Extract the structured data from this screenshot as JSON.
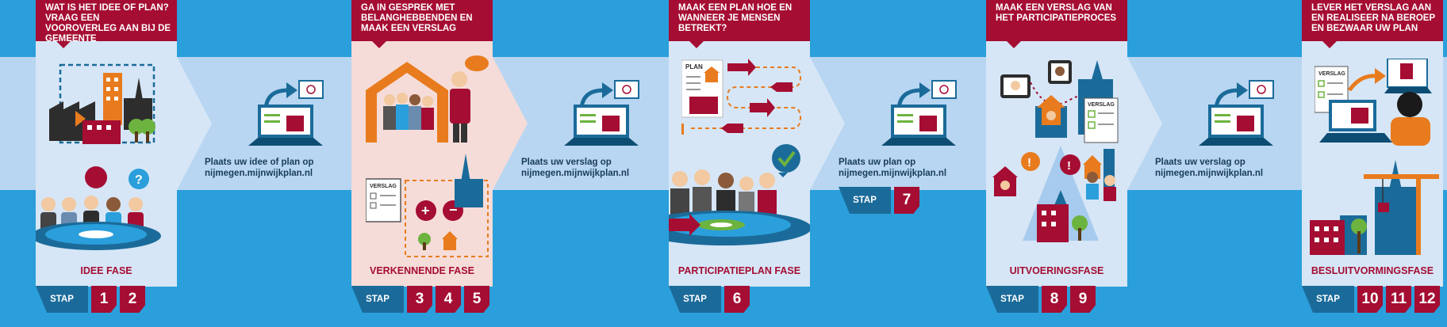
{
  "steps": [
    {
      "heading": "WAT IS HET IDEE OF PLAN? VRAAG EEN VOOROVERLEG AAN BIJ DE GEMEENTE",
      "phase": "IDEE FASE",
      "numbers": [
        "1",
        "2"
      ]
    },
    {
      "heading": "GA IN GESPREK MET BELANGHEBBENDEN EN MAAK EEN VERSLAG",
      "phase": "VERKENNENDE FASE",
      "numbers": [
        "3",
        "4",
        "5"
      ]
    },
    {
      "heading": "MAAK EEN PLAN HOE EN WANNEER JE MENSEN BETREKT?",
      "phase": "PARTICIPATIEPLAN FASE",
      "numbers": [
        "6"
      ]
    },
    {
      "heading": "MAAK EEN VERSLAG VAN HET PARTICIPATIEPROCES",
      "phase": "UITVOERINGSFASE",
      "numbers": [
        "8",
        "9"
      ]
    },
    {
      "heading": "LEVER HET VERSLAG AAN EN REALISEER NA BEROEP EN BEZWAAR UW PLAN",
      "phase": "BESLUITVORMINGSFASE",
      "numbers": [
        "10",
        "11",
        "12"
      ]
    }
  ],
  "connectors": [
    {
      "line1": "Plaats uw idee of plan op",
      "line2": "nijmegen.mijnwijkplan.nl"
    },
    {
      "line1": "Plaats uw verslag op",
      "line2": "nijmegen.mijnwijkplan.nl"
    },
    {
      "line1": "Plaats uw plan op",
      "line2": "nijmegen.mijnwijkplan.nl",
      "number": "7"
    },
    {
      "line1": "Plaats uw verslag op",
      "line2": "nijmegen.mijnwijkplan.nl"
    }
  ],
  "stap_label": "STAP",
  "illustration_text": {
    "verslag": "VERSLAG",
    "plan": "PLAN"
  },
  "colors": {
    "background": "#2a9fdb",
    "band": "#b8d6f1",
    "panel": "#d6e6f6",
    "panel_pink": "#f5dcd8",
    "accent": "#a50d33",
    "stap": "#1b6b9a"
  }
}
